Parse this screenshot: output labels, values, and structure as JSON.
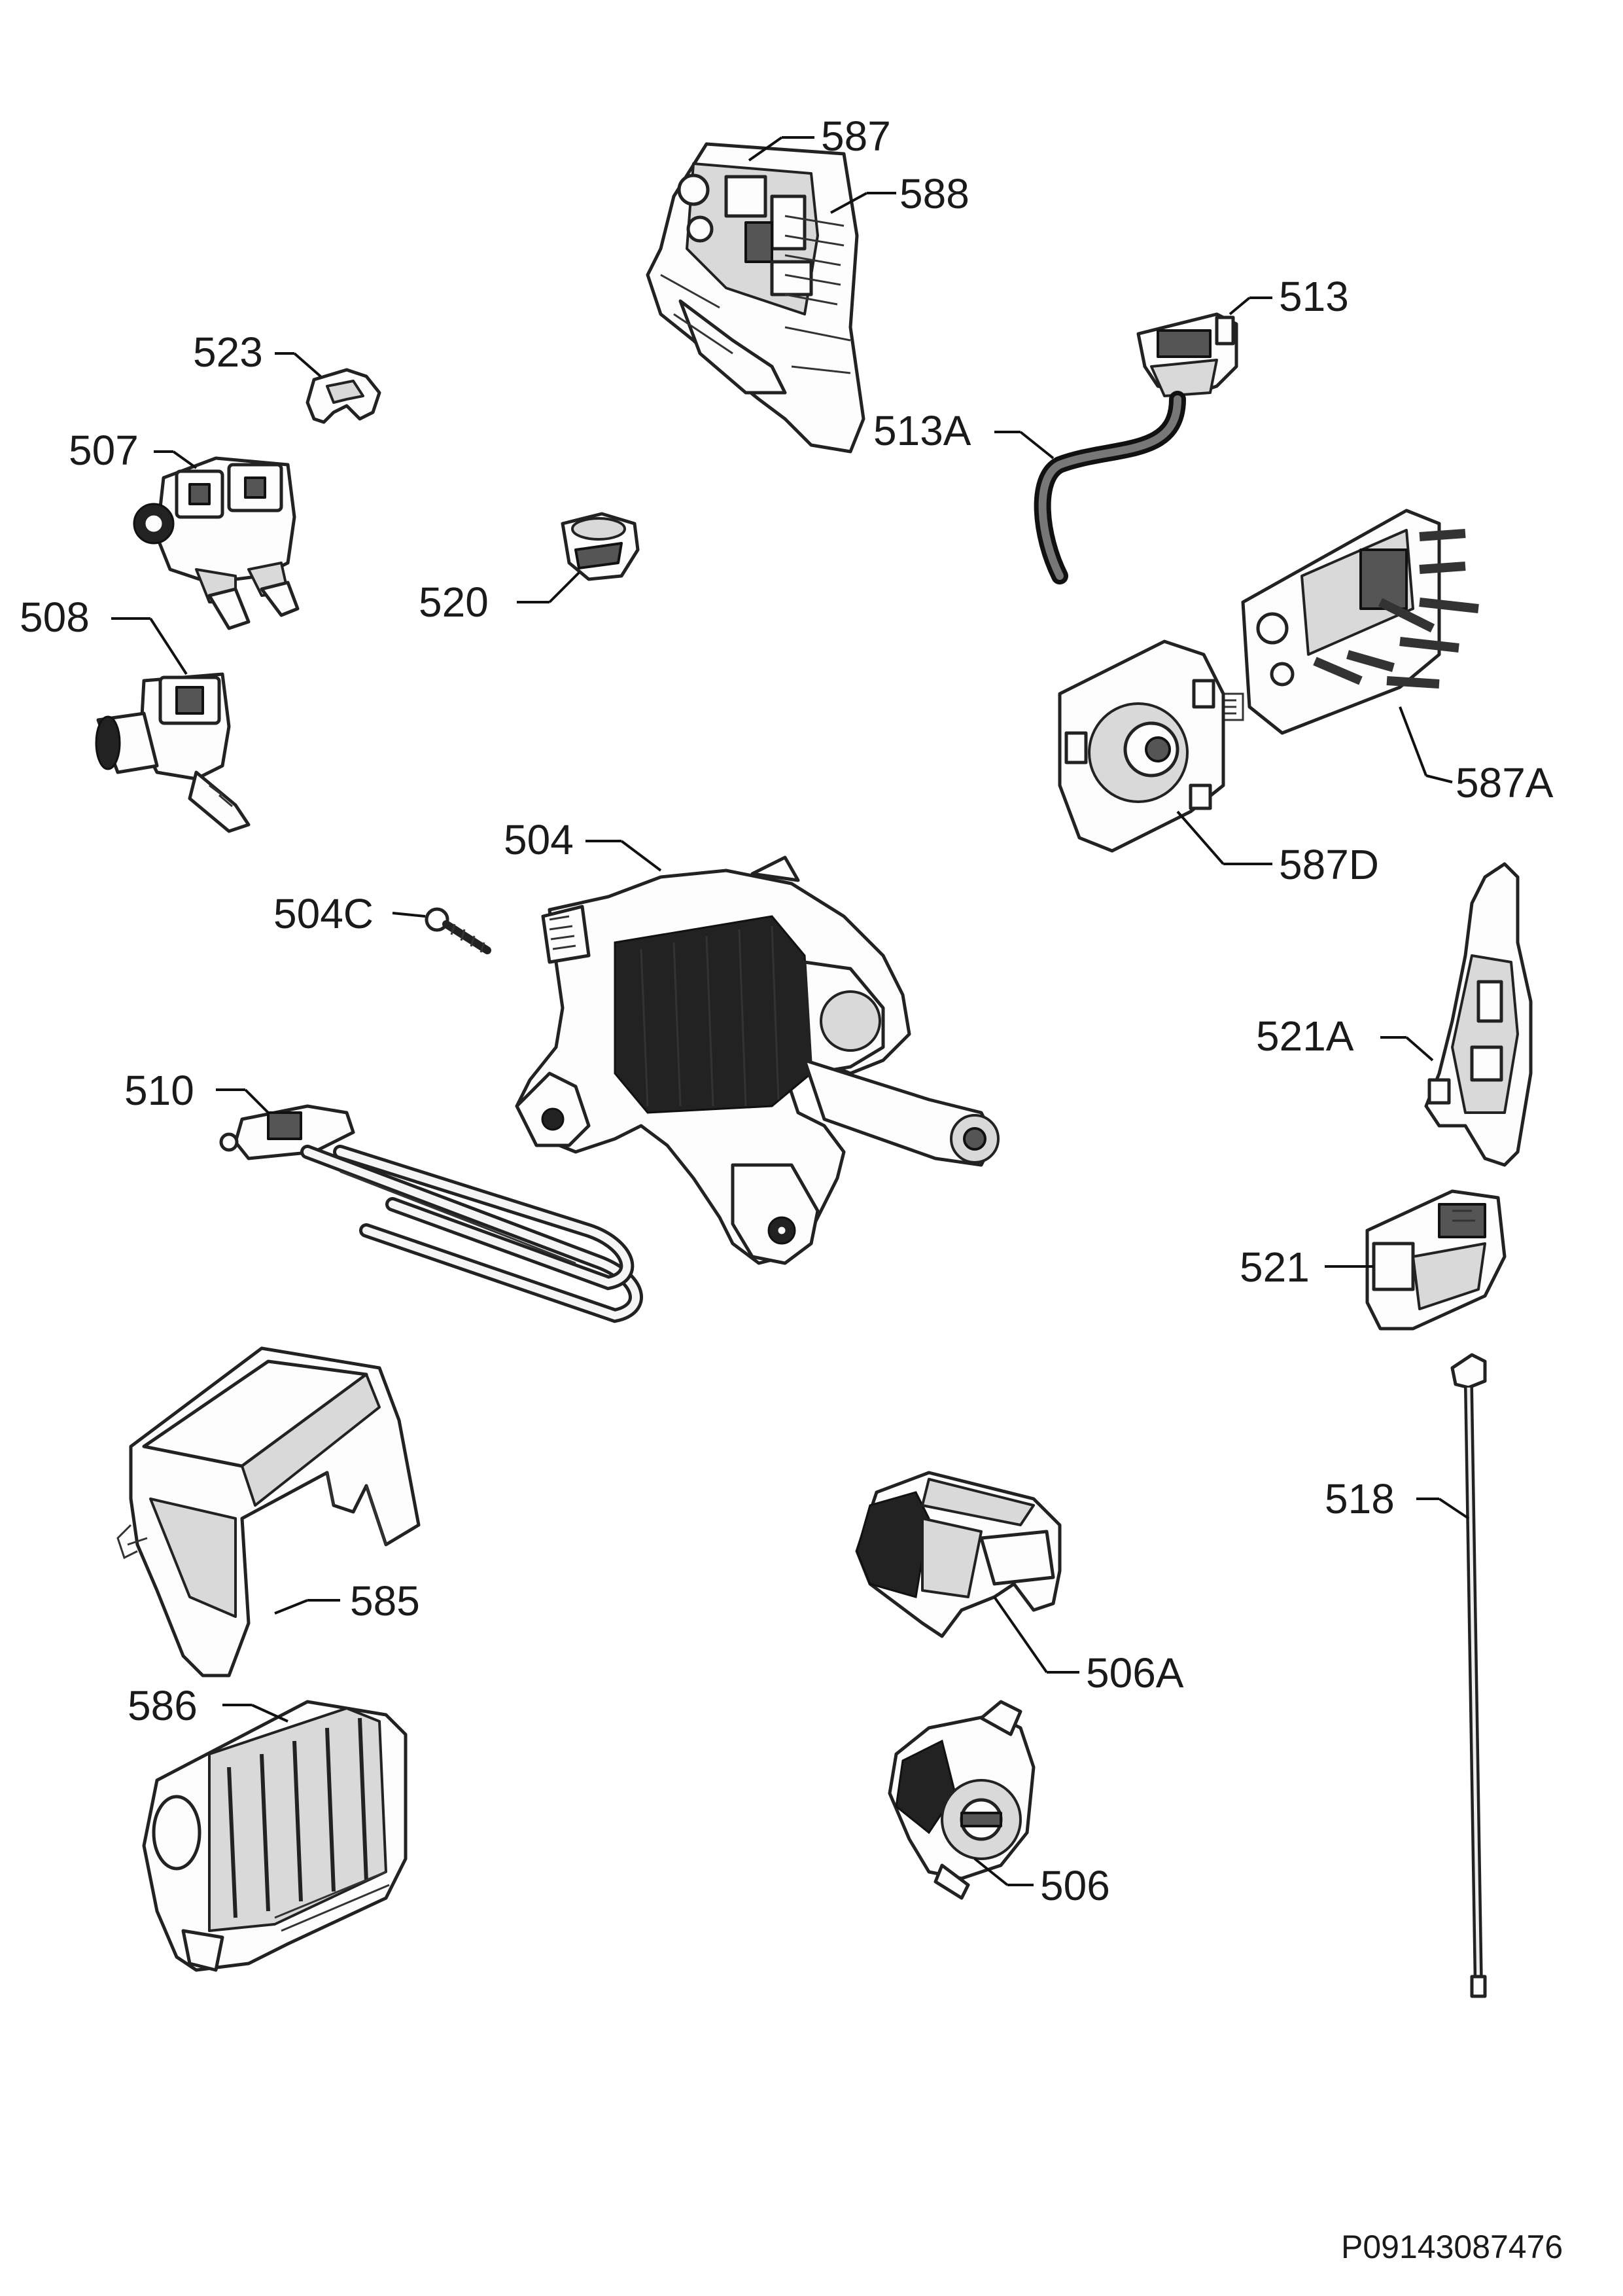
{
  "labels": {
    "p587": "587",
    "p588": "588",
    "p523": "523",
    "p513": "513",
    "p507": "507",
    "p513A": "513A",
    "p520": "520",
    "p508": "508",
    "p587A": "587A",
    "p504": "504",
    "p587D": "587D",
    "p504C": "504C",
    "p521A": "521A",
    "p510": "510",
    "p521": "521",
    "p518": "518",
    "p585": "585",
    "p506A": "506A",
    "p586": "586",
    "p506": "506"
  },
  "doc_number": "P09143087476"
}
